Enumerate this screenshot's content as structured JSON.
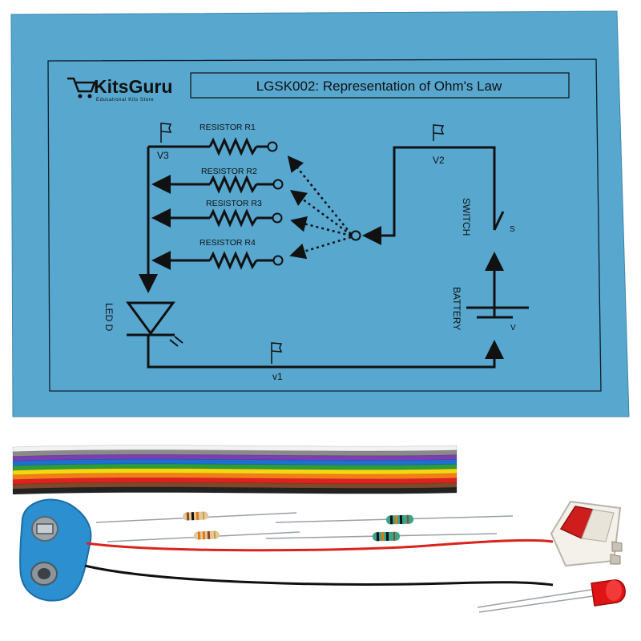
{
  "board": {
    "logo_text": "KitsGuru",
    "logo_tagline": "Educational Kits Store",
    "title": "LGSK002: Representation of Ohm's Law",
    "background": "#57a7cf"
  },
  "circuit": {
    "resistors": [
      "RESISTOR R1",
      "RESISTOR R2",
      "RESISTOR R3",
      "RESISTOR R4"
    ],
    "node_v3": "V3",
    "node_v2": "V2",
    "node_v1": "v1",
    "switch_label": "SWITCH",
    "switch_mark": "S",
    "battery_label": "BATTERY",
    "battery_mark": "V",
    "led_label": "LED D"
  },
  "components": {
    "ribbon_colors": [
      "#222222",
      "#7b4a2a",
      "#e0201e",
      "#f27d1a",
      "#f5d60f",
      "#2c9c3c",
      "#1f6fd0",
      "#7a3fb0",
      "#8a8a8a",
      "#f2f2f2"
    ],
    "items": [
      "ribbon-cable",
      "battery-clip",
      "resistors",
      "rocker-switch",
      "red-led"
    ]
  }
}
